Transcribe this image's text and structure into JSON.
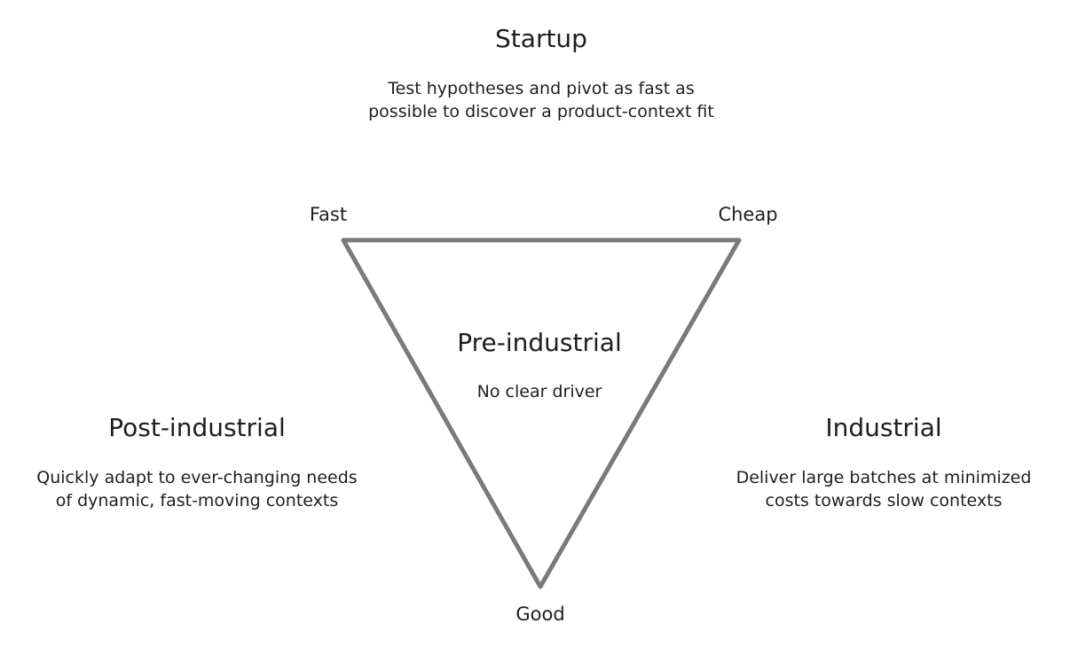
{
  "colors": {
    "background": "#ffffff",
    "text": "#1e1e1e",
    "triangle_stroke": "#7a7a7a"
  },
  "startup": {
    "title": "Startup",
    "description": "Test hypotheses and pivot as fast as\npossible to discover a product-context fit"
  },
  "pre_industrial": {
    "title": "Pre-industrial",
    "description": "No clear driver"
  },
  "post_industrial": {
    "title": "Post-industrial",
    "description": "Quickly adapt to ever-changing needs\nof dynamic, fast-moving contexts"
  },
  "industrial": {
    "title": "Industrial",
    "description": "Deliver large batches at minimized\ncosts towards slow contexts"
  },
  "corners": {
    "fast": "Fast",
    "cheap": "Cheap",
    "good": "Good"
  }
}
